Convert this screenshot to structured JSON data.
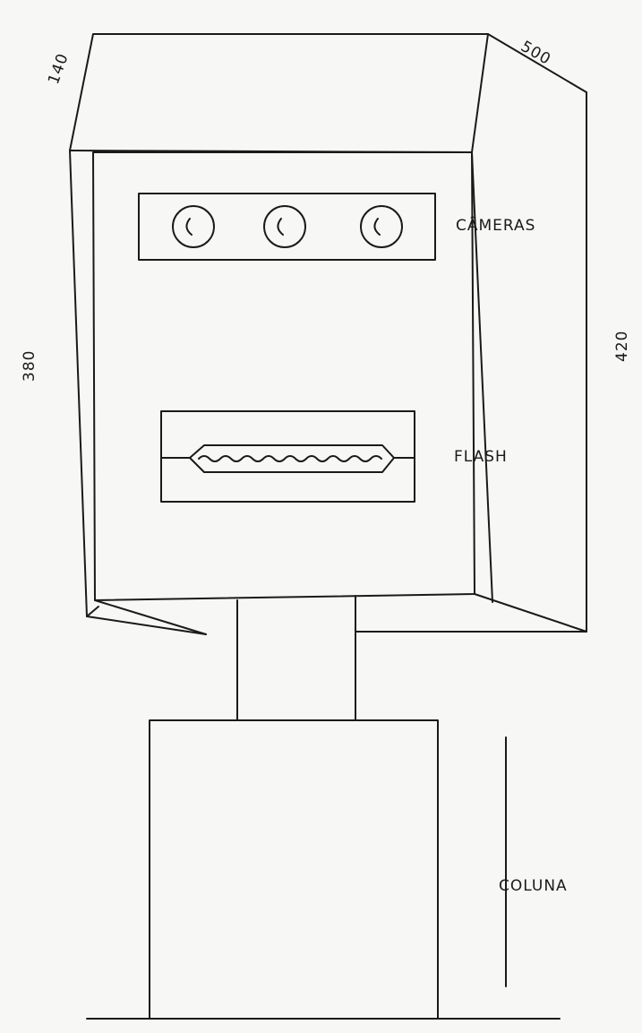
{
  "labels": {
    "cameras": "CÂMERAS",
    "flash": "FLASH",
    "coluna": "COLUNA"
  },
  "dimensions": {
    "depth": "140",
    "width": "500",
    "front_height": "380",
    "side_height": "420"
  },
  "icons": {
    "lens": "camera-lens-icon"
  }
}
